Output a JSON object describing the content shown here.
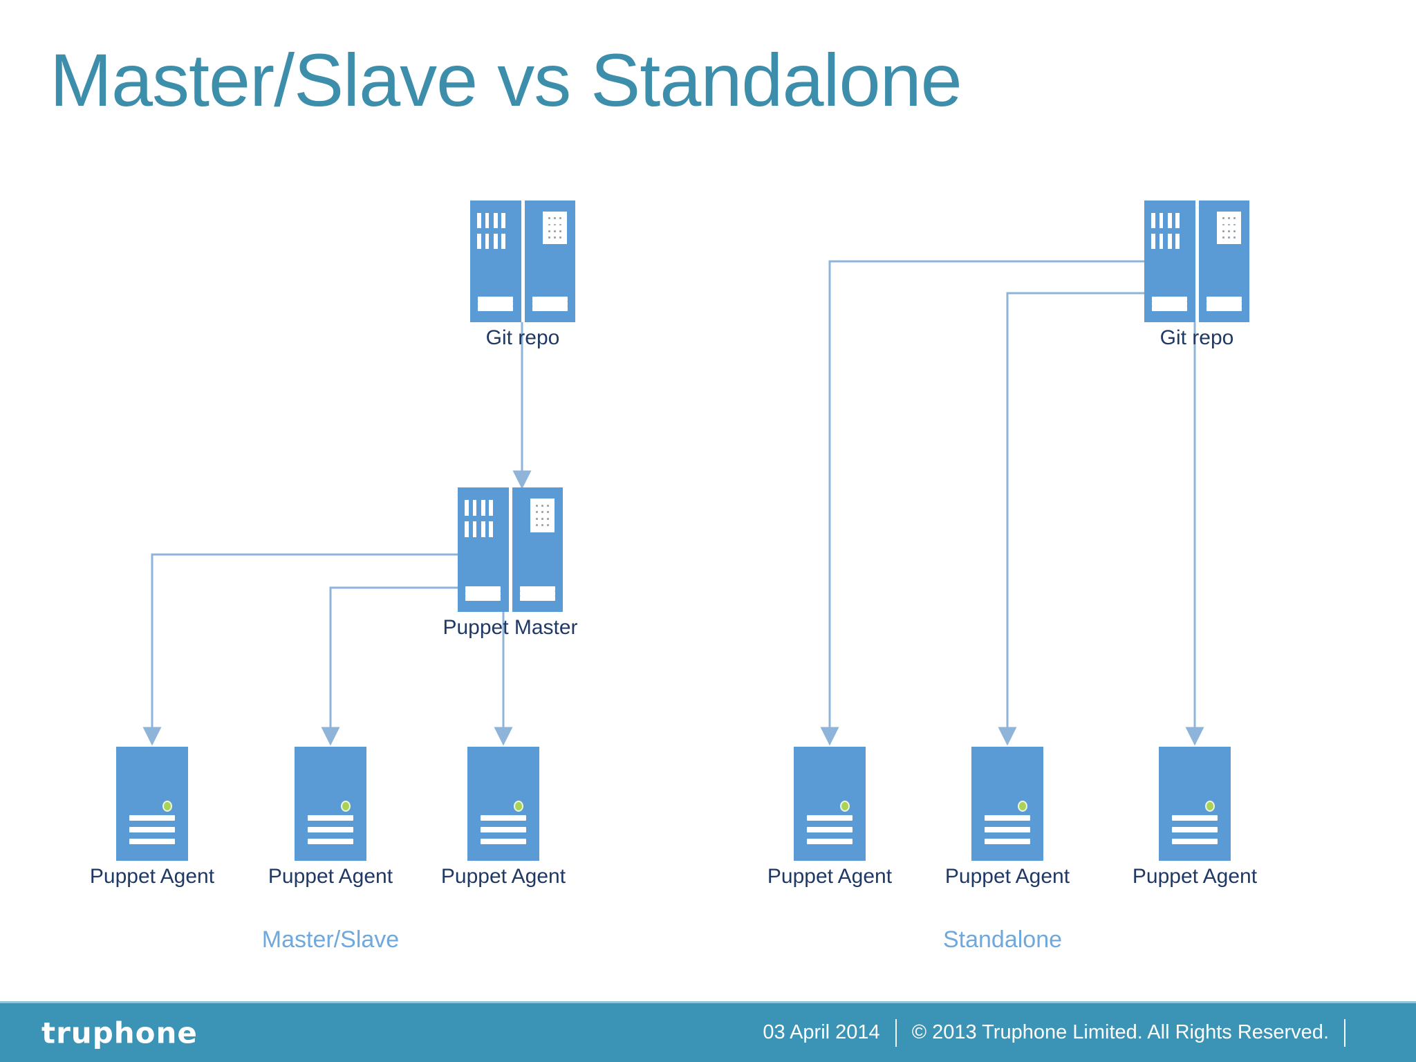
{
  "slide": {
    "title": "Master/Slave vs Standalone",
    "background": "#FFFFFF",
    "title_color": "#3C8EAA"
  },
  "colors": {
    "server_blue": "#5B9BD5",
    "connector_blue": "#8EB4D9",
    "label_navy": "#1F3864",
    "caption_blue": "#6FA8DC",
    "footer_teal": "#3B93B5",
    "led_green": "#A9D357"
  },
  "diagram": {
    "left_group": {
      "caption": "Master/Slave",
      "git_repo": {
        "label": "Git repo",
        "icon": "server-rack-icon"
      },
      "puppet_master": {
        "label": "Puppet Master",
        "icon": "server-rack-icon"
      },
      "agents": [
        {
          "label": "Puppet Agent",
          "icon": "server-unit-icon"
        },
        {
          "label": "Puppet Agent",
          "icon": "server-unit-icon"
        },
        {
          "label": "Puppet Agent",
          "icon": "server-unit-icon"
        }
      ]
    },
    "right_group": {
      "caption": "Standalone",
      "git_repo": {
        "label": "Git repo",
        "icon": "server-rack-icon"
      },
      "agents": [
        {
          "label": "Puppet Agent",
          "icon": "server-unit-icon"
        },
        {
          "label": "Puppet Agent",
          "icon": "server-unit-icon"
        },
        {
          "label": "Puppet Agent",
          "icon": "server-unit-icon"
        }
      ]
    }
  },
  "footer": {
    "logo": "truphone",
    "date": "03 April 2014",
    "copyright": "© 2013 Truphone Limited. All Rights Reserved."
  }
}
